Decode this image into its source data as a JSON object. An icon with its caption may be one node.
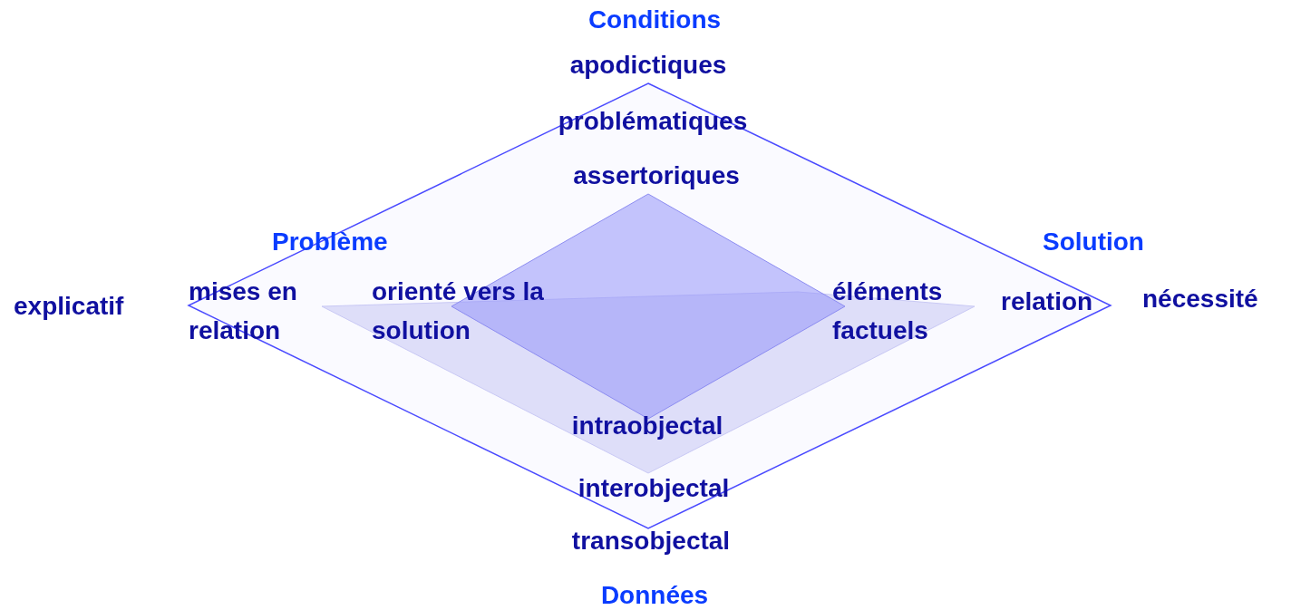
{
  "diagram": {
    "labels": [
      "Conditions",
      "apodictiques",
      "problématiques",
      "assertoriques",
      "Problème",
      "Solution",
      "explicatif",
      "mises en relation",
      "orienté vers la solution",
      "éléments factuels",
      "relation",
      "nécessité",
      "intraobjectal",
      "interobjectal",
      "transobjectal",
      "Données"
    ]
  }
}
